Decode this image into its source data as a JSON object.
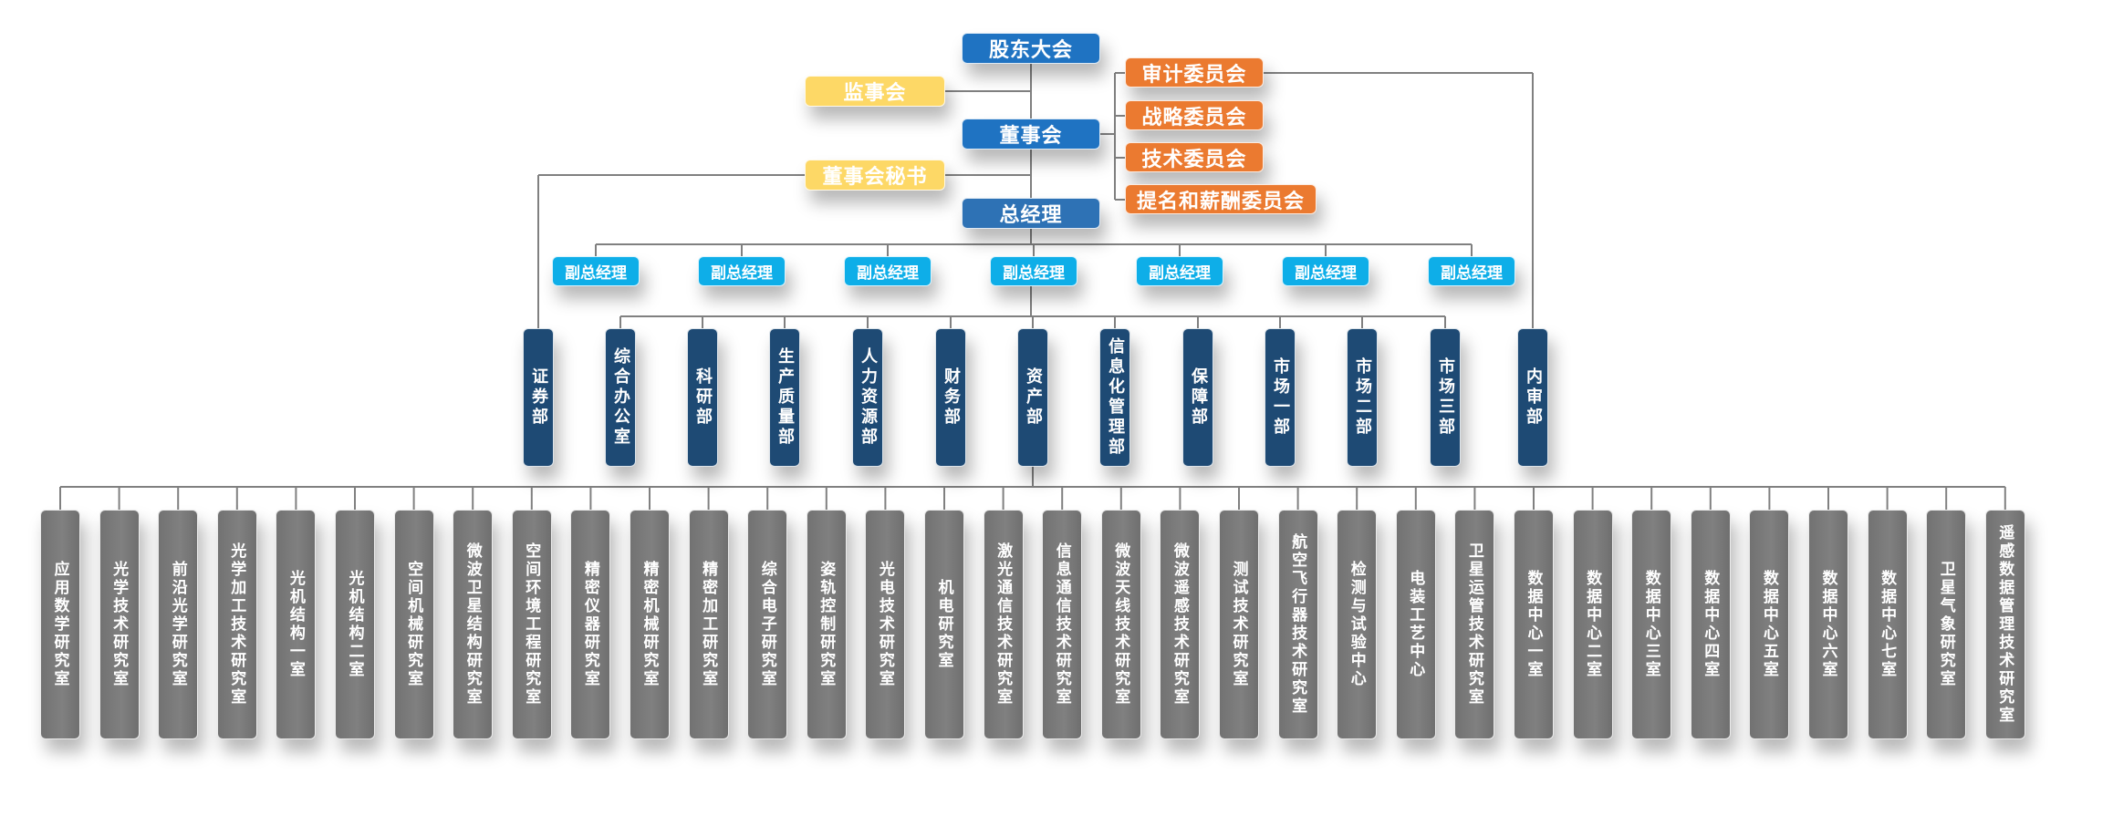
{
  "governance": {
    "shareholders_meeting": "股东大会",
    "supervisory_board": "监事会",
    "board_of_directors": "董事会",
    "board_secretary": "董事会秘书",
    "general_manager": "总经理",
    "committees": [
      "审计委员会",
      "战略委员会",
      "技术委员会",
      "提名和薪酬委员会"
    ]
  },
  "deputy_general_managers": [
    "副总经理",
    "副总经理",
    "副总经理",
    "副总经理",
    "副总经理",
    "副总经理",
    "副总经理"
  ],
  "departments": [
    "证券部",
    "综合办公室",
    "科研部",
    "生产质量部",
    "人力资源部",
    "财务部",
    "资产部",
    "信息化管理部",
    "保障部",
    "市场一部",
    "市场二部",
    "市场三部",
    "内审部"
  ],
  "labs": [
    "应用数学研究室",
    "光学技术研究室",
    "前沿光学研究室",
    "光学加工技术研究室",
    "光机结构一室",
    "光机结构二室",
    "空间机械研究室",
    "微波卫星结构研究室",
    "空间环境工程研究室",
    "精密仪器研究室",
    "精密机械研究室",
    "精密加工研究室",
    "综合电子研究室",
    "姿轨控制研究室",
    "光电技术研究室",
    "机电研究室",
    "激光通信技术研究室",
    "信息通信技术研究室",
    "微波天线技术研究室",
    "微波遥感技术研究室",
    "测试技术研究室",
    "航空飞行器技术研究室",
    "检测与试验中心",
    "电装工艺中心",
    "卫星运管技术研究室",
    "数据中心一室",
    "数据中心二室",
    "数据中心三室",
    "数据中心四室",
    "数据中心五室",
    "数据中心六室",
    "数据中心七室",
    "卫星气象研究室",
    "遥感数据管理技术研究室"
  ],
  "colors": {
    "governance_blue": "#1f73c2",
    "general_manager_blue": "#2e72b5",
    "supervisory_yellow": "#fdd866",
    "committee_orange": "#eb7a30",
    "deputy_cyan": "#0eaee8",
    "department_navy": "#1e4a74",
    "lab_gray": "#777777",
    "connector_gray": "#808080"
  }
}
